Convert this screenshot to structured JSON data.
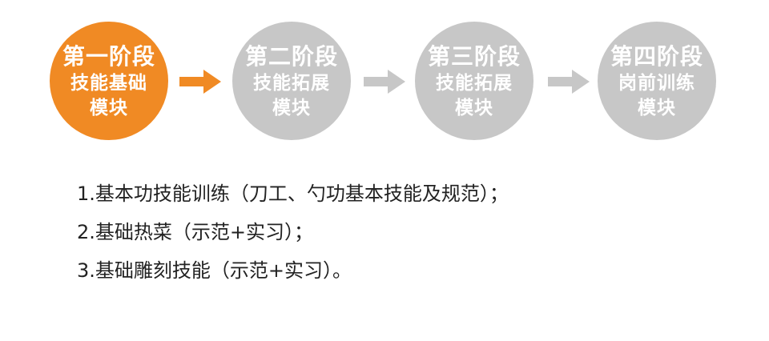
{
  "colors": {
    "active": "#f08a24",
    "inactive": "#c7c7c7",
    "text": "#222222"
  },
  "stages": [
    {
      "title": "第一阶段",
      "line1": "技能基础",
      "line2": "模块",
      "state": "active"
    },
    {
      "title": "第二阶段",
      "line1": "技能拓展",
      "line2": "模块",
      "state": "inactive"
    },
    {
      "title": "第三阶段",
      "line1": "技能拓展",
      "line2": "模块",
      "state": "inactive"
    },
    {
      "title": "第四阶段",
      "line1": "岗前训练",
      "line2": "模块",
      "state": "inactive"
    }
  ],
  "arrows": [
    {
      "icon": "arrow-right-icon",
      "state": "active"
    },
    {
      "icon": "arrow-right-icon",
      "state": "inactive"
    },
    {
      "icon": "arrow-right-icon",
      "state": "inactive"
    }
  ],
  "items": [
    "1.基本功技能训练（刀工、勺功基本技能及规范）；",
    "2.基础热菜（示范+实习）；",
    "3.基础雕刻技能（示范+实习）。"
  ]
}
